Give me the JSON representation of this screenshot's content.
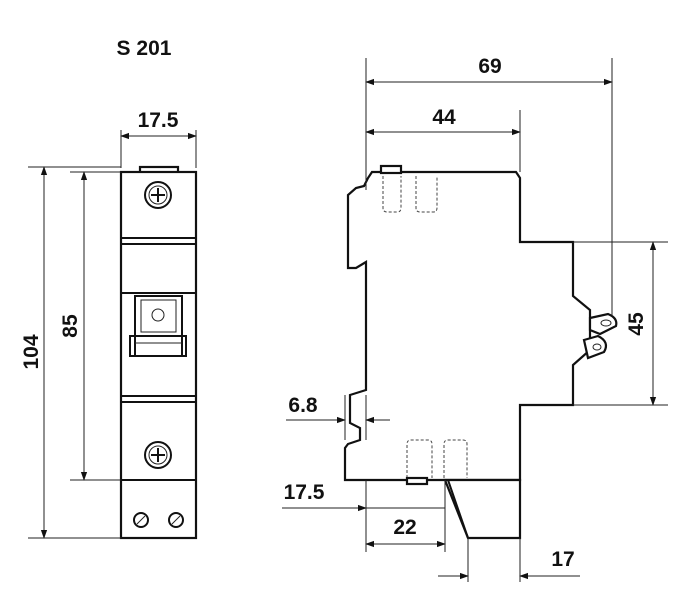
{
  "title": "S 201",
  "front_view": {
    "width_label": "17.5",
    "total_height_label": "104",
    "inner_height_label": "85"
  },
  "side_view": {
    "total_depth_label": "69",
    "upper_depth_label": "44",
    "front_height_label": "45",
    "rail_offset_label": "6.8",
    "rail_width_label": "17.5",
    "rail_span_label": "22",
    "foot_width_label": "17"
  },
  "colors": {
    "line": "#111111",
    "background": "#ffffff"
  },
  "icons": [
    "screw-terminal-icon",
    "handle-icon"
  ]
}
